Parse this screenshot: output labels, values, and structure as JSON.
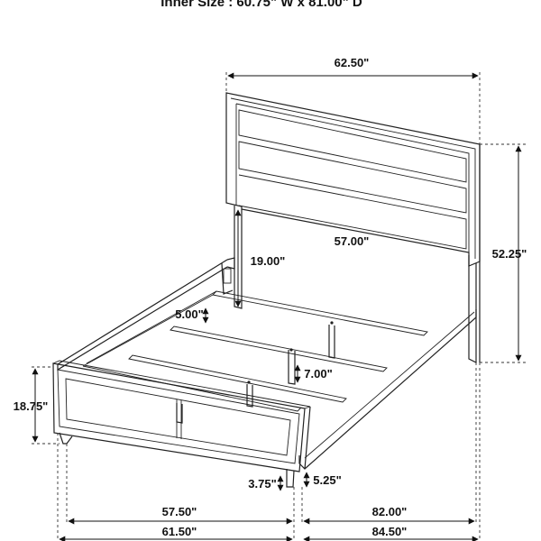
{
  "title": "Inner Size : 60.75\" W x 81.00\" D",
  "dimensions": {
    "headboard_width": "62.50\"",
    "headboard_height": "52.25\"",
    "inner_width": "57.00\"",
    "headboard_panel_height": "19.00\"",
    "rail_height": "5.00\"",
    "center_leg_height": "7.00\"",
    "footboard_height": "18.75\"",
    "foot_leg_height": "3.75\"",
    "side_leg_height": "5.25\"",
    "footboard_inner_width": "57.50\"",
    "footboard_outer_width": "61.50\"",
    "inner_length": "82.00\"",
    "outer_length": "84.50\""
  }
}
